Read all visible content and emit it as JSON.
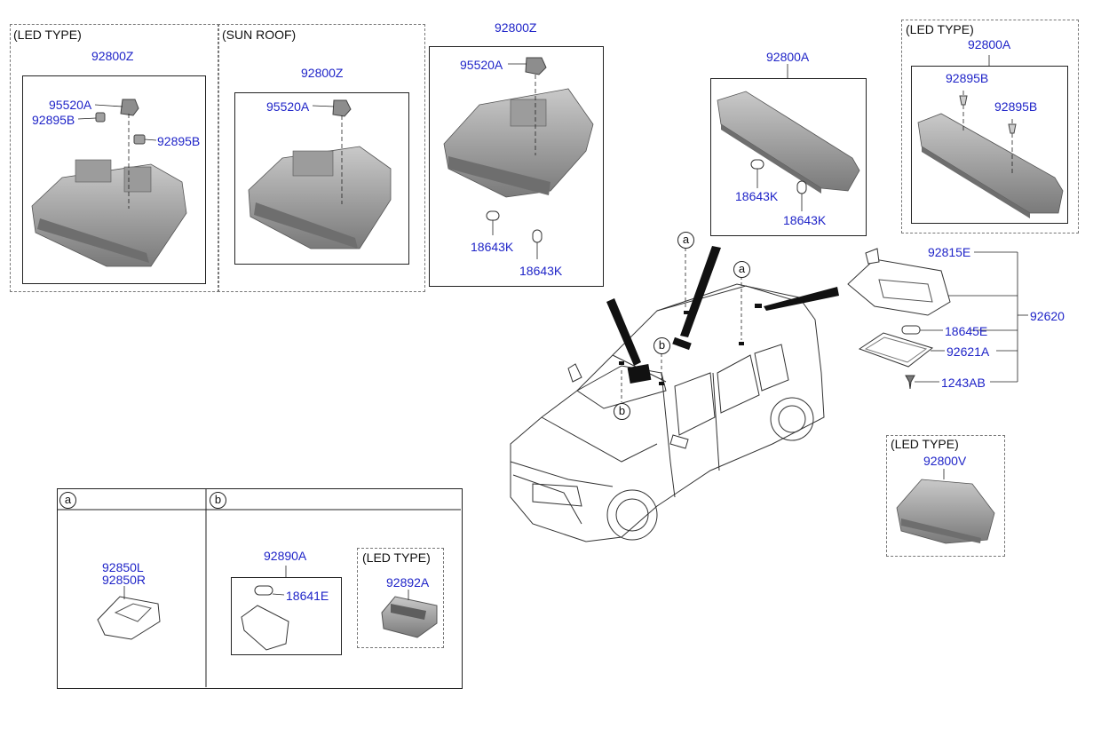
{
  "captions": {
    "led_type": "(LED TYPE)",
    "sun_roof": "(SUN ROOF)"
  },
  "ref_markers": {
    "a": "a",
    "b": "b"
  },
  "parts": {
    "p92800Z_led": "92800Z",
    "p95520A_led": "95520A",
    "p92895B_led_left": "92895B",
    "p92895B_led_right": "92895B",
    "p92800Z_sunroof": "92800Z",
    "p95520A_sunroof": "95520A",
    "p92800Z_std": "92800Z",
    "p95520A_std": "95520A",
    "p18643K_std_1": "18643K",
    "p18643K_std_2": "18643K",
    "p92800A_std": "92800A",
    "p18643K_a_1": "18643K",
    "p18643K_a_2": "18643K",
    "p92800A_led": "92800A",
    "p92895B_a_1": "92895B",
    "p92895B_a_2": "92895B",
    "p92815E": "92815E",
    "p92620": "92620",
    "p18645E": "18645E",
    "p92621A": "92621A",
    "p1243AB": "1243AB",
    "p92800V": "92800V",
    "p92850L": "92850L",
    "p92850R": "92850R",
    "p92890A": "92890A",
    "p18641E": "18641E",
    "p92892A": "92892A"
  },
  "colors": {
    "part_number": "#1f24c8",
    "part_fill": "#a8a8a8",
    "part_dark": "#6e6e6e",
    "line": "#222222"
  }
}
